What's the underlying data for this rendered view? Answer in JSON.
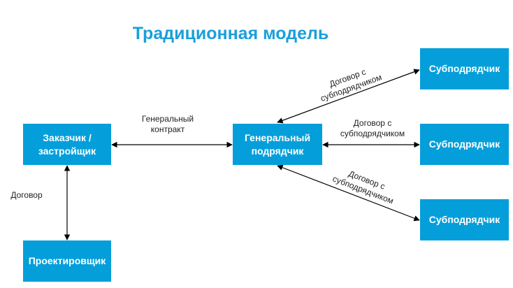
{
  "title": "Традиционная модель",
  "colors": {
    "title": "#1a9fdb",
    "box_fill": "#049fda",
    "box_text": "#ffffff",
    "edge": "#000000",
    "label": "#222222"
  },
  "nodes": {
    "customer": "Заказчик /\nзастройщик",
    "general_contractor": "Генеральный\nподрядчик",
    "designer": "Проектировщик",
    "sub_top": "Субподрядчик",
    "sub_middle": "Субподрядчик",
    "sub_bottom": "Субподрядчик"
  },
  "edges": {
    "customer_general": {
      "label": "Генеральный\nконтракт",
      "arrows": "both"
    },
    "customer_designer": {
      "label": "Договор",
      "arrows": "both"
    },
    "general_sub_top": {
      "label": "Договор с\nсубподрядчиком",
      "arrows": "both"
    },
    "general_sub_middle": {
      "label": "Договор с\nсубподрядчиком",
      "arrows": "both"
    },
    "general_sub_bottom": {
      "label": "Договор с\nсубподрядчиком",
      "arrows": "both"
    }
  }
}
